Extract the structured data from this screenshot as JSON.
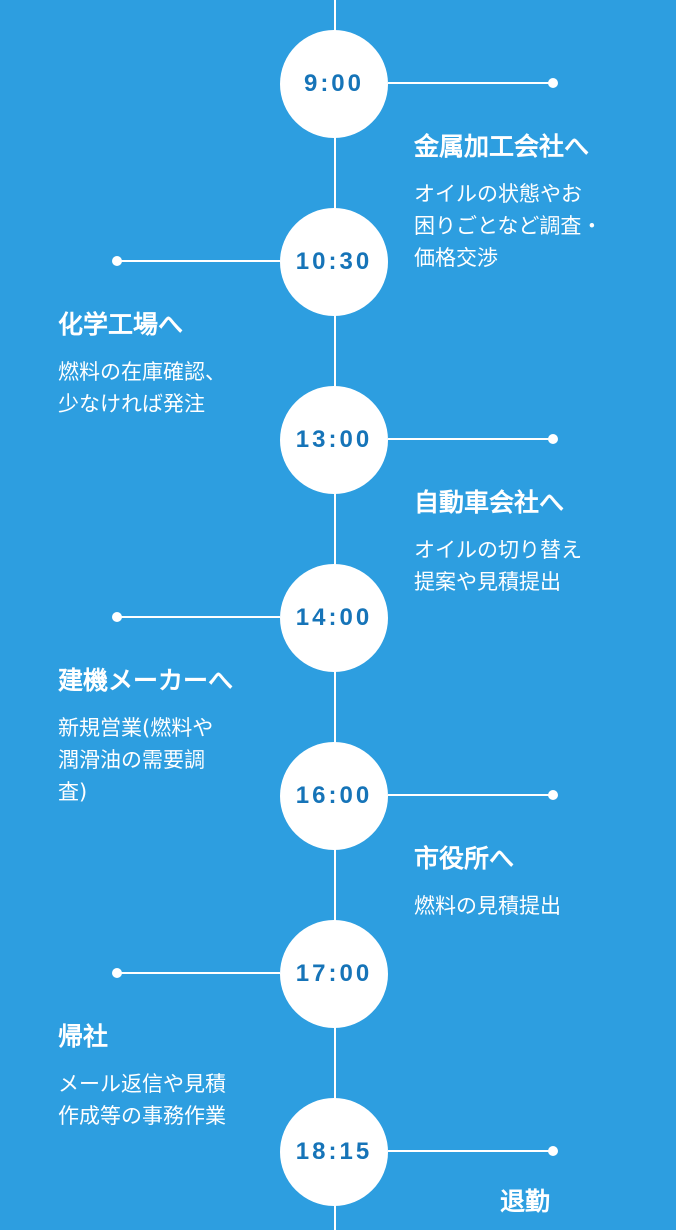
{
  "events": [
    {
      "time": "9:00",
      "place": "金属加工会社へ",
      "description": "オイルの状態やお\n困りごとなど調査・\n価格交渉"
    },
    {
      "time": "10:30",
      "place": "化学工場へ",
      "description": "燃料の在庫確認、\n少なければ発注"
    },
    {
      "time": "13:00",
      "place": "自動車会社へ",
      "description": "オイルの切り替え\n提案や見積提出"
    },
    {
      "time": "14:00",
      "place": "建機メーカーへ",
      "description": "新規営業(燃料や\n潤滑油の需要調\n査)"
    },
    {
      "time": "16:00",
      "place": "市役所へ",
      "description": "燃料の見積提出"
    },
    {
      "time": "17:00",
      "place": "帰社",
      "description": "メール返信や見積\n作成等の事務作業"
    },
    {
      "time": "18:15",
      "place": "退勤",
      "description": ""
    }
  ]
}
